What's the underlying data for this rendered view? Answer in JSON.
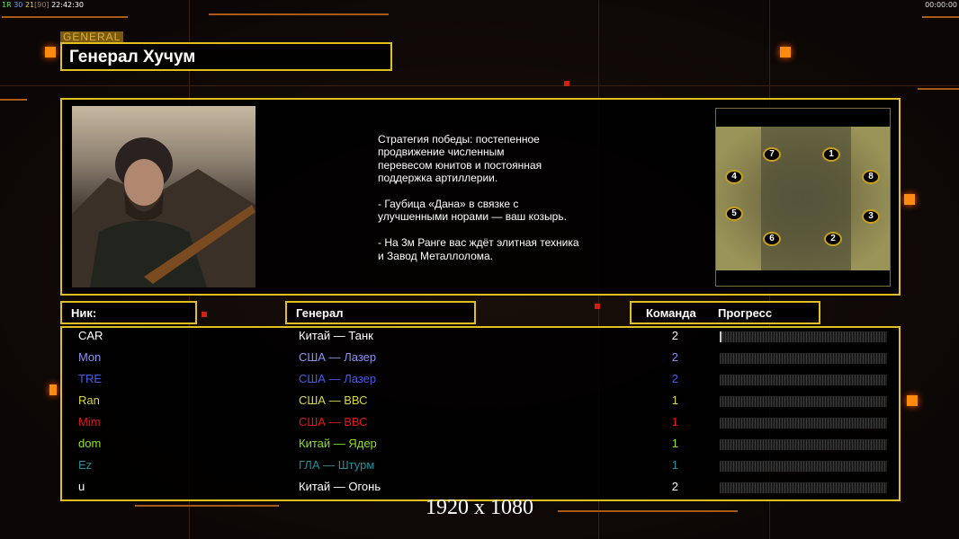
{
  "status_bar": {
    "parts": [
      {
        "text": "1R",
        "color": "#60e060"
      },
      {
        "text": "30",
        "color": "#60a0ff"
      },
      {
        "text": "21",
        "color": "#e0d040"
      },
      {
        "text": "[90]",
        "color": "#a08060"
      },
      {
        "text": "22:42:30",
        "color": "#ffffff"
      }
    ],
    "right_clock": "00:00:00"
  },
  "header": {
    "section_label": "GENERAL",
    "title": "Генерал Хучум"
  },
  "general": {
    "portrait": "general-portrait",
    "description": "Стратегия победы: постепенное\nпродвижение численным\nперевесом юнитов и постоянная\nподдержка артиллерии.\n\n- Гаубица «Дана» в связке с\nулучшенными норами — ваш козырь.\n\n- На 3м Ранге вас ждёт элитная техника\nи Завод Металлолома."
  },
  "map": {
    "start_positions": [
      "1",
      "2",
      "3",
      "4",
      "5",
      "6",
      "7",
      "8"
    ]
  },
  "table": {
    "headers": {
      "nick": "Ник:",
      "general": "Генерал",
      "team": "Команда",
      "progress": "Прогресс"
    },
    "rows": [
      {
        "nick": "CAR",
        "general": "Китай — Танк",
        "team": "2",
        "progress": 0.01,
        "color": "#ffffff"
      },
      {
        "nick": "Mon",
        "general": "США — Лазер",
        "team": "2",
        "progress": 0,
        "color": "#9090f0"
      },
      {
        "nick": "TRE",
        "general": "США — Лазер",
        "team": "2",
        "progress": 0,
        "color": "#4a5ae8"
      },
      {
        "nick": "Ran",
        "general": "США — ВВС",
        "team": "1",
        "progress": 0,
        "color": "#d8d840"
      },
      {
        "nick": "Mim",
        "general": "США — ВВС",
        "team": "1",
        "progress": 0,
        "color": "#e01818"
      },
      {
        "nick": "dom",
        "general": "Китай — Ядер",
        "team": "1",
        "progress": 0,
        "color": "#8ce020"
      },
      {
        "nick": "Ez",
        "general": "ГЛА — Штурм",
        "team": "1",
        "progress": 0,
        "color": "#20909c"
      },
      {
        "nick": "u",
        "general": "Китай — Огонь",
        "team": "2",
        "progress": 0,
        "color": "#ffffff"
      }
    ]
  },
  "resolution": "1920 x 1080"
}
